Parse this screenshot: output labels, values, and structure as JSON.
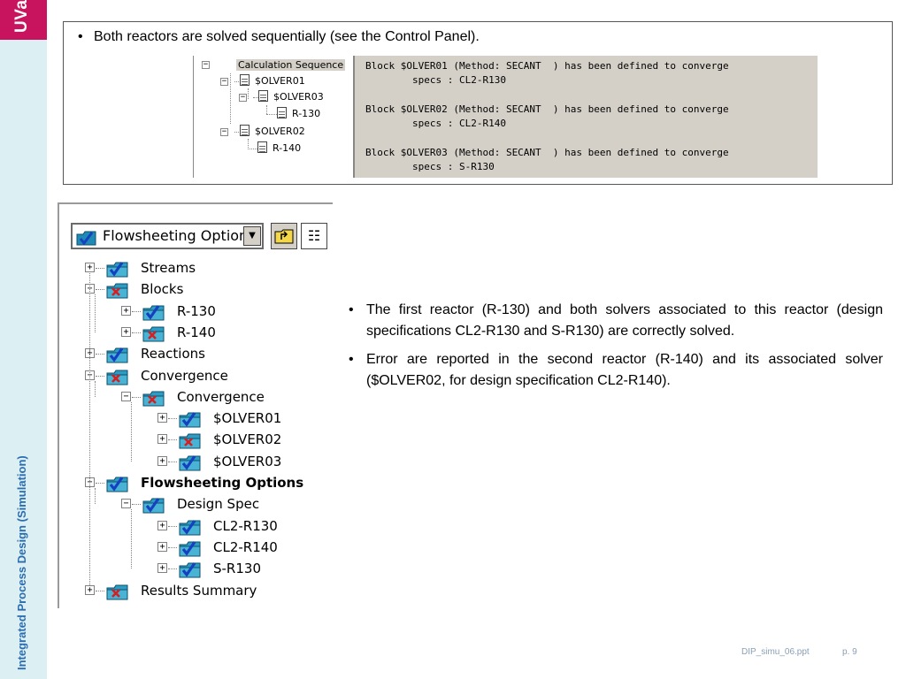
{
  "brand": {
    "logo_text": "UVa",
    "course_title": "Integrated Process Design (Simulation)"
  },
  "top_box": {
    "bullet": "•",
    "text": "Both reactors are solved sequentially (see the Control Panel).",
    "calc_tree": {
      "root": "Calculation Sequence",
      "nodes": [
        "$OLVER01",
        "$OLVER03",
        "R-130",
        "$OLVER02",
        "R-140"
      ]
    },
    "console_lines": [
      "Block $OLVER01 (Method: SECANT  ) has been defined to converge",
      "        specs : CL2-R130",
      "Block $OLVER02 (Method: SECANT  ) has been defined to converge",
      "        specs : CL2-R140",
      "Block $OLVER03 (Method: SECANT  ) has been defined to converge",
      "        specs : S-R130"
    ]
  },
  "flowsheet_tree": {
    "combo_label": "Flowsheeting Options",
    "combo_arrow": "▼",
    "up_button": "⮤",
    "view_button": "☷",
    "expand_plus": "+",
    "expand_minus": "−",
    "nodes": [
      {
        "label": "Streams",
        "status": "ok"
      },
      {
        "label": "Blocks",
        "status": "error"
      },
      {
        "label": "R-130",
        "status": "ok"
      },
      {
        "label": "R-140",
        "status": "error"
      },
      {
        "label": "Reactions",
        "status": "ok"
      },
      {
        "label": "Convergence",
        "status": "error"
      },
      {
        "label": "Convergence",
        "status": "error"
      },
      {
        "label": "$OLVER01",
        "status": "ok"
      },
      {
        "label": "$OLVER02",
        "status": "error"
      },
      {
        "label": "$OLVER03",
        "status": "ok"
      },
      {
        "label": "Flowsheeting Options",
        "status": "ok"
      },
      {
        "label": "Design Spec",
        "status": "ok"
      },
      {
        "label": "CL2-R130",
        "status": "ok"
      },
      {
        "label": "CL2-R140",
        "status": "ok"
      },
      {
        "label": "S-R130",
        "status": "ok"
      },
      {
        "label": "Results Summary",
        "status": "error"
      }
    ]
  },
  "bullets": {
    "marker": "•",
    "items": [
      "The first reactor (R-130) and both solvers associated to this reactor (design specifications CL2-R130 and S-R130) are correctly solved.",
      "Error are reported in the second reactor (R-140) and its associated solver ($OLVER02, for design specification CL2-R140)."
    ]
  },
  "footer": {
    "file": "DIP_simu_06.ppt",
    "page": "p. 9"
  },
  "colors": {
    "logo": "#c8135f",
    "band": "#dceff2",
    "title": "#2a6db0",
    "folder": "#1f8bb5",
    "check": "#1540c0",
    "error": "#d42020"
  }
}
